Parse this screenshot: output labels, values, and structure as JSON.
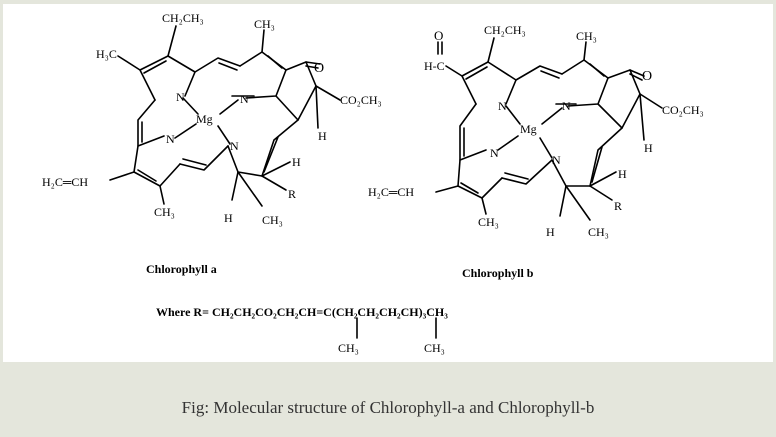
{
  "molecules": [
    {
      "name": "Chlorophyll a",
      "labels": {
        "top_ethyl": "CH₂CH₃",
        "top_methyl": "CH₃",
        "left_methyl": "H₃C",
        "vinyl": "H₂C═CH",
        "bottom_methyl": "CH₃",
        "bottom_h": "H",
        "bottom_ch3": "CH₃",
        "r": "R",
        "h_right": "H",
        "h_ring": "H",
        "ester": "CO₂CH₃",
        "oxygen": "O",
        "metal": "Mg",
        "n1": "N",
        "n2": "N",
        "n3": "N",
        "n4": "N"
      }
    },
    {
      "name": "Chlorophyll b",
      "labels": {
        "aldehyde_o": "O",
        "aldehyde_hc": "H-C",
        "top_ethyl": "CH₂CH₃",
        "top_methyl": "CH₃",
        "vinyl": "H₂C═CH",
        "bottom_methyl": "CH₃",
        "bottom_h": "H",
        "bottom_ch3": "CH₃",
        "r": "R",
        "h_right": "H",
        "h_ring": "H",
        "ester": "CO₂CH₃",
        "oxygen": "O",
        "metal": "Mg",
        "n1": "N",
        "n2": "N",
        "n3": "N",
        "n4": "N"
      }
    }
  ],
  "r_group": {
    "formula": "Where R= CH₂CH₂CO₂CH₂CH=C(CH₂CH₂CH₂CH)₃CH₃",
    "branch1": "CH₃",
    "branch2": "CH₃"
  },
  "caption": "Fig: Molecular structure of Chlorophyll-a and Chlorophyll-b"
}
